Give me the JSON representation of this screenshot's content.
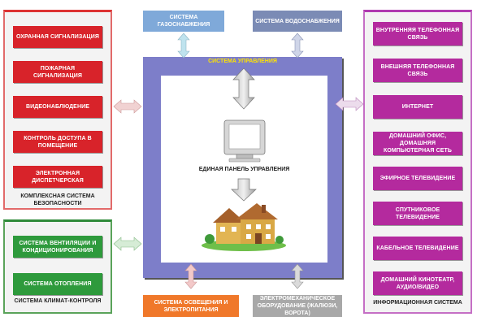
{
  "security": {
    "items": [
      "ОХРАННАЯ СИГНАЛИЗАЦИЯ",
      "ПОЖАРНАЯ СИГНАЛИЗАЦИЯ",
      "ВИДЕОНАБЛЮДЕНИЕ",
      "КОНТРОЛЬ ДОСТУПА В ПОМЕЩЕНИЕ",
      "ЭЛЕКТРОННАЯ ДИСПЕТЧЕРСКАЯ"
    ],
    "caption": "КОМПЛЕКСНАЯ СИСТЕМА БЕЗОПАСНОСТИ"
  },
  "climate": {
    "items": [
      "СИСТЕМА ВЕНТИЛЯЦИИ И КОНДИЦИОНИРОВАНИЯ",
      "СИСТЕМА ОТОПЛЕНИЯ"
    ],
    "caption": "СИСТЕМА КЛИМАТ-КОНТРОЛЯ"
  },
  "info": {
    "items": [
      "ВНУТРЕННЯЯ ТЕЛЕФОННАЯ СВЯЗЬ",
      "ВНЕШНЯЯ ТЕЛЕФОННАЯ СВЯЗЬ",
      "ИНТЕРНЕТ",
      "ДОМАШНИЙ ОФИС, ДОМАШНЯЯ КОМПЬЮТЕРНАЯ СЕТЬ",
      "ЭФИРНОЕ ТЕЛЕВИДЕНИЕ",
      "СПУТНИКОВОЕ ТЕЛЕВИДЕНИЕ",
      "КАБЕЛЬНОЕ ТЕЛЕВИДЕНИЕ",
      "ДОМАШНИЙ КИНОТЕАТР, АУДИО/ВИДЕО"
    ],
    "caption": "ИНФОРМАЦИОННАЯ СИСТЕМА"
  },
  "top": {
    "gas": "СИСТЕМА ГАЗОСНАБЖЕНИЯ",
    "water": "СИСТЕМА ВОДОСНАБЖЕНИЯ"
  },
  "bottom": {
    "lighting": "СИСТЕМА ОСВЕЩЕНИЯ И ЭЛЕКТРОПИТАНИЯ",
    "electromech": "ЭЛЕКТРОМЕХАНИЧЕСКОЕ ОБОРУДОВАНИЕ (ЖАЛЮЗИ, ВОРОТА)"
  },
  "control": {
    "title": "СИСТЕМА УПРАВЛЕНИЯ",
    "panel_label": "ЕДИНАЯ ПАНЕЛЬ УПРАВЛЕНИЯ"
  },
  "colors": {
    "security": "#d8232a",
    "climate": "#2e9a3c",
    "info": "#b42a9e",
    "frame": "#7d7ec9",
    "gas": "#7fa9d9",
    "water": "#7b8bb5",
    "lighting": "#f0782a",
    "electromech": "#a8a8a8"
  }
}
